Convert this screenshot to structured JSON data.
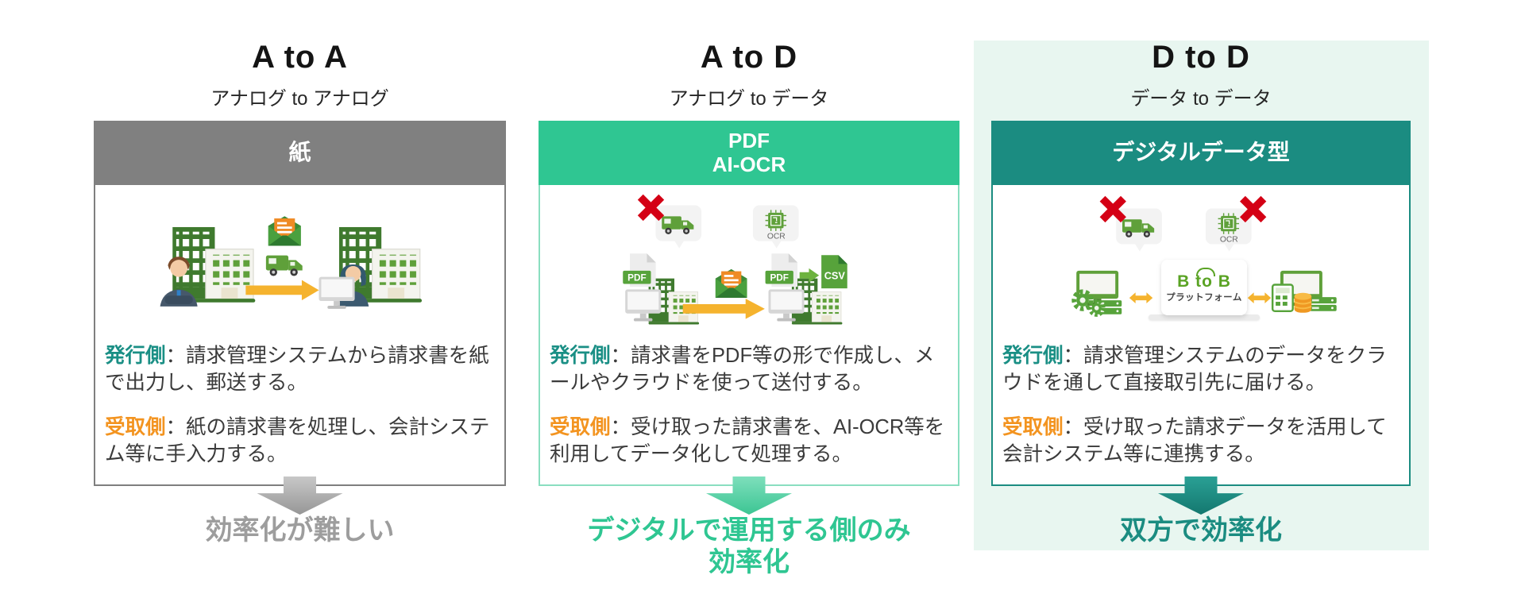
{
  "page": {
    "background": "#ffffff"
  },
  "colors": {
    "gray_header": "#808080",
    "green_header": "#2fc692",
    "teal_header": "#1b8c81",
    "mint_panel_bg": "#e8f6f0",
    "issuer_label": "#1a8f85",
    "receiver_label": "#f39420",
    "result_gray": "#9d9d9d",
    "result_green": "#2fc692",
    "result_teal": "#1b8c81",
    "red_x": "#d40015",
    "yellow_arrow": "#f5b32e"
  },
  "icons": {
    "down-arrow": "⬇",
    "red-x": "✖",
    "right-arrow": "→",
    "double-arrow": "↔",
    "truck": "delivery-truck",
    "envelope": "open-mail",
    "ocr-chip": "processor-chip",
    "building": "office-building",
    "monitor": "desktop-monitor",
    "gear": "gears",
    "database": "db-cylinder",
    "calculator": "calculator",
    "laptop": "laptop"
  },
  "columns": [
    {
      "key": "AtoA",
      "title": "A to A",
      "subtitle": "アナログ to アナログ",
      "card_header": "紙",
      "issuer_label": "発行側",
      "issuer_text": "：請求管理システムから請求書を紙で出力し、郵送する。",
      "receiver_label": "受取側",
      "receiver_text": "：紙の請求書を処理し、会計システム等に手入力する。",
      "result": "効率化が難しい"
    },
    {
      "key": "AtoD",
      "title": "A to D",
      "subtitle": "アナログ to データ",
      "card_header": "PDF\nAI-OCR",
      "issuer_label": "発行側",
      "issuer_text": "：請求書をPDF等の形で作成し、メールやクラウドを使って送付する。",
      "receiver_label": "受取側",
      "receiver_text": "：受け取った請求書を、AI-OCR等を利用してデータ化して処理する。",
      "result": "デジタルで運用する側のみ\n効率化",
      "labels": {
        "ocr": "OCR",
        "pdf_left": "PDF",
        "pdf_right": "PDF",
        "csv": "CSV"
      }
    },
    {
      "key": "DtoD",
      "title": "D to D",
      "subtitle": "データ to データ",
      "card_header": "デジタルデータ型",
      "issuer_label": "発行側",
      "issuer_text": "：請求管理システムのデータをクラウドを通して直接取引先に届ける。",
      "receiver_label": "受取側",
      "receiver_text": "：受け取った請求データを活用して会計システム等に連携する。",
      "result": "双方で効率化",
      "labels": {
        "ocr": "OCR"
      },
      "logo": {
        "top": "B to B",
        "bottom": "プラットフォーム"
      }
    }
  ]
}
